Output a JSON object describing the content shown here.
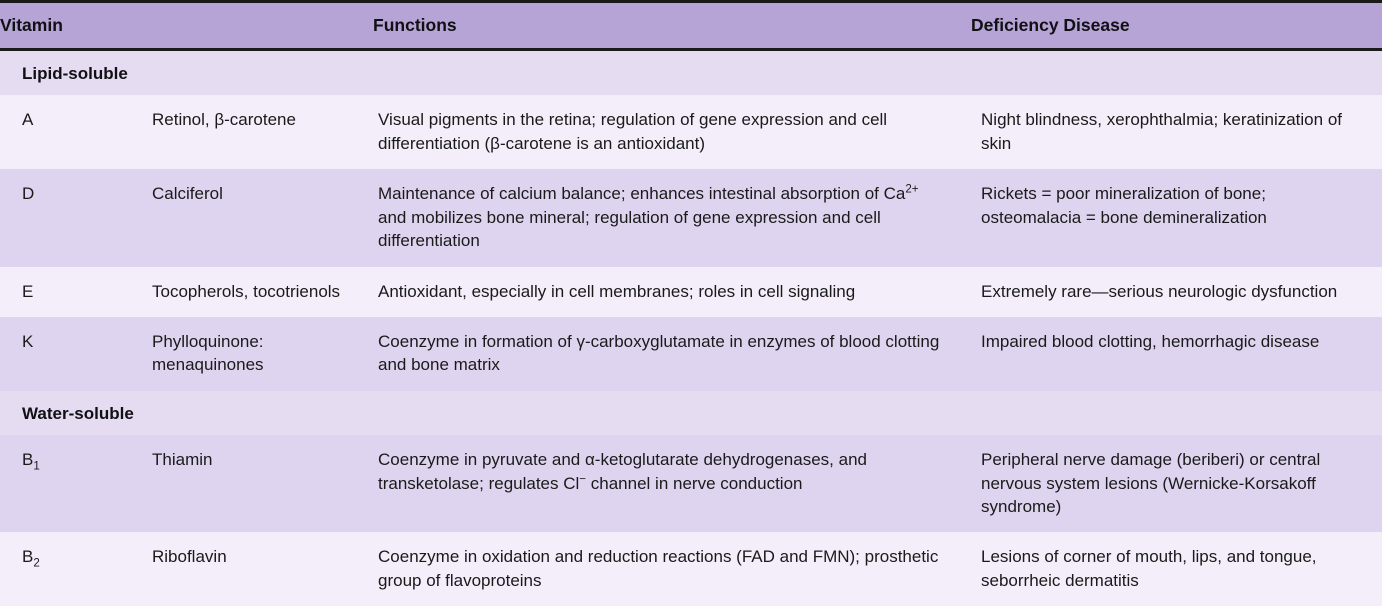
{
  "table": {
    "columns": [
      "Vitamin",
      "Functions",
      "Deficiency Disease"
    ],
    "sections": [
      {
        "label": "Lipid-soluble",
        "rows": [
          {
            "vitamin": "A",
            "name": "Retinol, β-carotene",
            "functions": "Visual pigments in the retina; regulation of gene expression and cell differentiation (β-carotene is an antioxidant)",
            "deficiency": "Night blindness, xerophthalmia; keratinization of skin"
          },
          {
            "vitamin": "D",
            "name": "Calciferol",
            "functions_pre": "Maintenance of calcium balance; enhances intestinal absorption of Ca",
            "functions_sup": "2+",
            "functions_post": " and mobilizes bone mineral; regulation of gene expression and cell differentiation",
            "functions": "Maintenance of calcium balance; enhances intestinal absorption of Ca2+ and mobilizes bone mineral; regulation of gene expression and cell differentiation",
            "deficiency": "Rickets = poor mineralization of bone; osteomalacia = bone demineralization"
          },
          {
            "vitamin": "E",
            "name": "Tocopherols, tocotrienols",
            "functions": "Antioxidant, especially in cell membranes; roles in cell signaling",
            "deficiency": "Extremely rare—serious neurologic dysfunction"
          },
          {
            "vitamin": "K",
            "name": "Phylloquinone: menaquinones",
            "functions": "Coenzyme in formation of γ-carboxyglutamate in enzymes of blood clotting and bone matrix",
            "deficiency": "Impaired blood clotting, hemorrhagic disease"
          }
        ]
      },
      {
        "label": "Water-soluble",
        "rows": [
          {
            "vitamin_base": "B",
            "vitamin_sub": "1",
            "vitamin": "B1",
            "name": "Thiamin",
            "functions_pre": "Coenzyme in pyruvate and α-ketoglutarate dehydrogenases, and transketolase; regulates Cl",
            "functions_sup": "−",
            "functions_post": " channel in nerve conduction",
            "functions": "Coenzyme in pyruvate and α-ketoglutarate dehydrogenases, and transketolase; regulates Cl− channel in nerve conduction",
            "deficiency": "Peripheral nerve damage (beriberi) or central nervous system lesions (Wernicke-Korsakoff syndrome)"
          },
          {
            "vitamin_base": "B",
            "vitamin_sub": "2",
            "vitamin": "B2",
            "name": "Riboflavin",
            "functions": "Coenzyme in oxidation and reduction reactions (FAD and FMN); prosthetic group of flavoproteins",
            "deficiency": "Lesions of corner of mouth, lips, and tongue, seborrheic dermatitis"
          }
        ]
      }
    ]
  },
  "colors": {
    "header_band": "#b6a4d6",
    "section_band": "#e5dcf2",
    "row_light": "#f3eefa",
    "row_dark": "#dfd4ef",
    "rule": "#1a1a1a",
    "text": "#1a1a1a"
  }
}
